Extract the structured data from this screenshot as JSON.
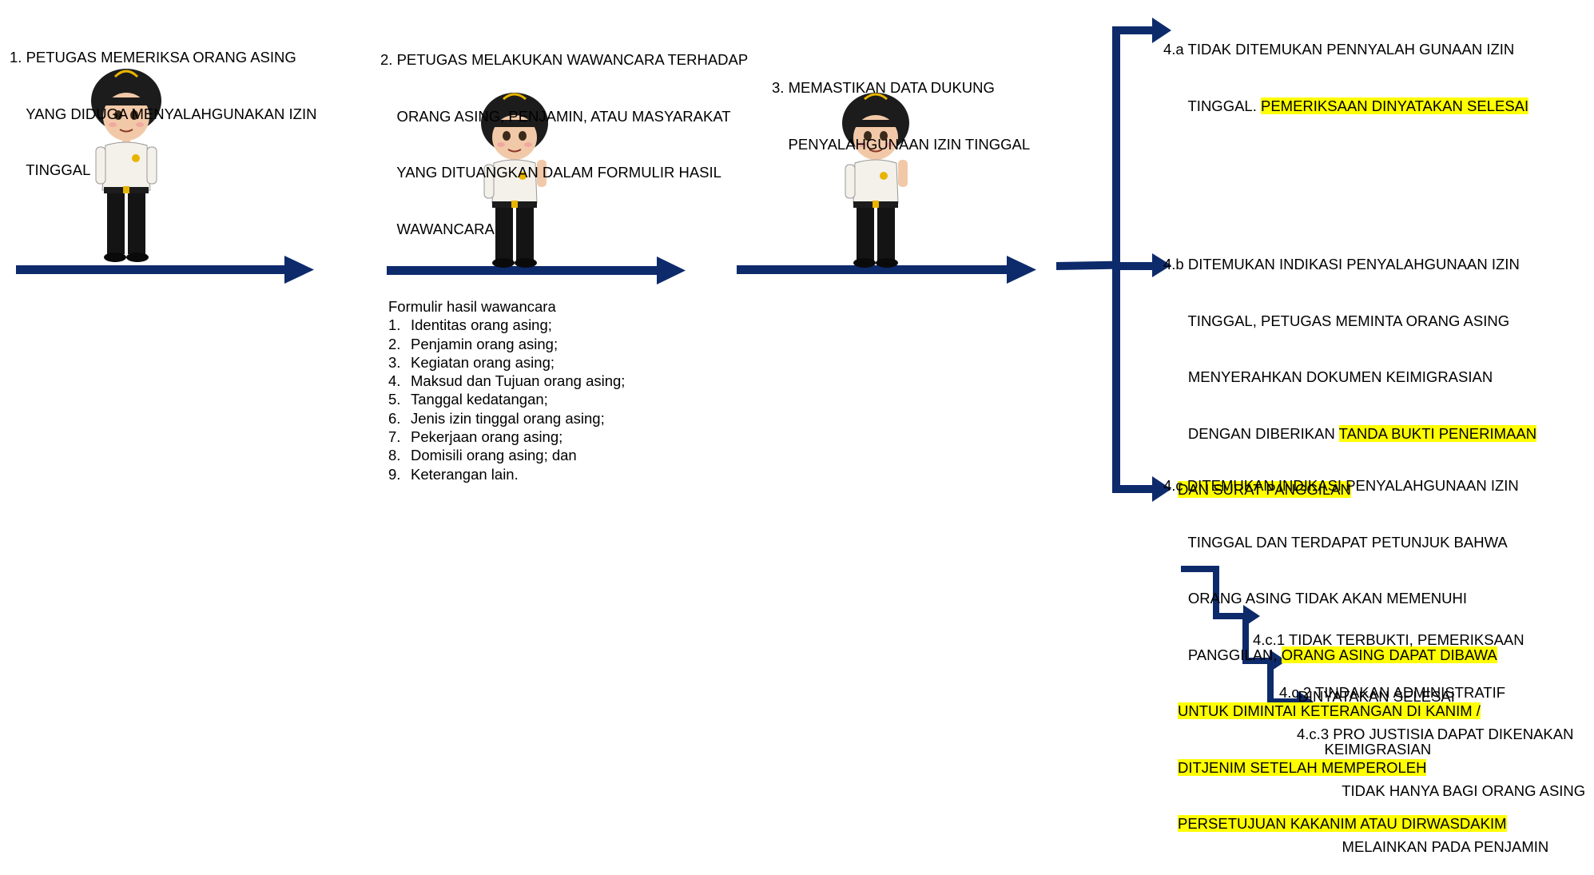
{
  "steps": {
    "s1": {
      "lines": [
        "1. PETUGAS MEMERIKSA ORANG ASING",
        "    YANG DIDUGA MENYALAHGUNAKAN IZIN",
        "    TINGGAL"
      ]
    },
    "s2": {
      "lines": [
        "2. PETUGAS MELAKUKAN WAWANCARA TERHADAP",
        "    ORANG ASING, PENJAMIN, ATAU MASYARAKAT",
        "    YANG DITUANGKAN DALAM FORMULIR HASIL",
        "    WAWANCARA"
      ]
    },
    "s3": {
      "lines": [
        "3. MEMASTIKAN DATA DUKUNG",
        "    PENYALAHGUNAAN IZIN TINGGAL"
      ]
    }
  },
  "outcomes": {
    "a": {
      "l1": "4.a TIDAK DITEMUKAN PENNYALAH GUNAAN IZIN",
      "l2_plain": "      TINGGAL. ",
      "l2_hl": "PEMERIKSAAN DINYATAKAN SELESAI"
    },
    "b": {
      "l1": "4.b DITEMUKAN INDIKASI PENYALAHGUNAAN IZIN",
      "l2": "      TINGGAL, PETUGAS MEMINTA ORANG ASING",
      "l3": "      MENYERAHKAN DOKUMEN KEIMIGRASIAN",
      "l4_plain": "      DENGAN DIBERIKAN ",
      "l4_hl": "TANDA BUKTI PENERIMAAN",
      "l5_hl": "DAN SURAT PANGGILAN"
    },
    "c": {
      "l1": "4.c DITEMUKAN INDIKASI PENYALAHGUNAAN IZIN",
      "l2": "      TINGGAL DAN TERDAPAT PETUNJUK BAHWA",
      "l3": "      ORANG ASING TIDAK AKAN MEMENUHI",
      "l4_plain": "      PANGGILAN, ",
      "l4_hl": "ORANG ASING DAPAT DIBAWA",
      "l5_hl": "UNTUK DIMINTAI KETERANGAN DI KANIM /",
      "l6_hl": "DITJENIM SETELAH MEMPEROLEH",
      "l7_hl": "PERSETUJUAN KAKANIM ATAU DIRWASDAKIM"
    },
    "c1": {
      "l1": "4.c.1 TIDAK TERBUKTI, PEMERIKSAAN",
      "l2": "           DINYATAKAN SELESAI"
    },
    "c2": {
      "l1": "4.c.2 TINDAKAN ADMINISTRATIF",
      "l2": "           KEIMIGRASIAN"
    },
    "c3": {
      "l1": "4.c.3 PRO JUSTISIA DAPAT DIKENAKAN",
      "l2": "           TIDAK HANYA BAGI ORANG ASING",
      "l3": "           MELAINKAN PADA PENJAMIN"
    }
  },
  "formulir": {
    "title": "Formulir hasil wawancara",
    "items": [
      {
        "num": "1.",
        "text": "Identitas orang asing;"
      },
      {
        "num": "2.",
        "text": "Penjamin orang asing;"
      },
      {
        "num": "3.",
        "text": "Kegiatan orang asing;"
      },
      {
        "num": "4.",
        "text": "Maksud dan Tujuan orang asing;"
      },
      {
        "num": "5.",
        "text": "Tanggal kedatangan;"
      },
      {
        "num": "6.",
        "text": "Jenis izin tinggal orang asing;"
      },
      {
        "num": "7.",
        "text": "Pekerjaan orang asing;"
      },
      {
        "num": "8.",
        "text": "Domisili orang asing; dan"
      },
      {
        "num": "9.",
        "text": "Keterangan lain."
      }
    ]
  },
  "colors": {
    "arrow": "#0d2a6b",
    "highlight": "#ffff00",
    "cap": "#1c1c1c",
    "shirt": "#f3f1ea",
    "badge": "#e8b400"
  }
}
